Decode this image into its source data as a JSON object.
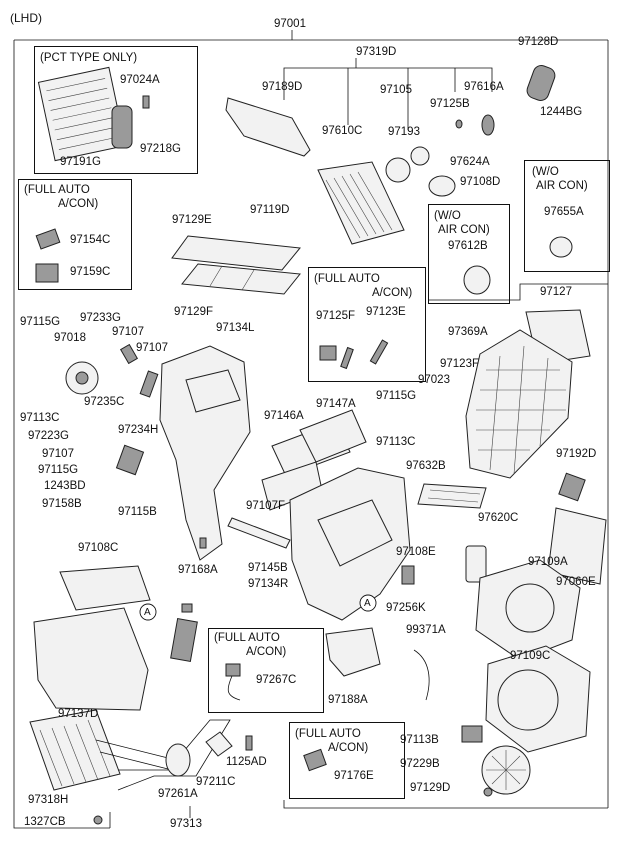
{
  "header": {
    "variant": "(LHD)",
    "assembly_no": "97001"
  },
  "sub_assemblies": {
    "unit_97319D": "97319D"
  },
  "boxes": {
    "pct": {
      "title": "(PCT TYPE ONLY)"
    },
    "full_auto_1": {
      "title_line1": "(FULL AUTO",
      "title_line2": "A/CON)"
    },
    "wo_aircon_1": {
      "title_line1": "(W/O",
      "title_line2": "AIR CON)"
    },
    "wo_aircon_2": {
      "title_line1": "(W/O",
      "title_line2": "AIR CON)"
    },
    "full_auto_2": {
      "title_line1": "(FULL AUTO",
      "title_line2": "A/CON)"
    },
    "full_auto_3": {
      "title_line1": "(FULL AUTO",
      "title_line2": "A/CON)"
    },
    "full_auto_4": {
      "title_line1": "(FULL AUTO",
      "title_line2": "A/CON)"
    }
  },
  "callouts": {
    "ref_a1": "A",
    "ref_a2": "A"
  },
  "parts": [
    "97024A",
    "97191G",
    "97218G",
    "97189D",
    "97105",
    "97125B",
    "97616A",
    "97128D",
    "1244BG",
    "97610C",
    "97193",
    "97624A",
    "97108D",
    "97154C",
    "97159C",
    "97655A",
    "97119D",
    "97129E",
    "97612B",
    "97129F",
    "97125F",
    "97123E",
    "97127",
    "97115G",
    "97233G",
    "97018",
    "97107",
    "97107",
    "97134L",
    "97369A",
    "97235C",
    "97123F",
    "97023",
    "97113C",
    "97234H",
    "97115G",
    "97223G",
    "97146A",
    "97147A",
    "97113C",
    "97192D",
    "97107",
    "97115G",
    "1243BD",
    "97632B",
    "97158B",
    "97115B",
    "97107F",
    "97620C",
    "97108C",
    "97108E",
    "97109A",
    "97168A",
    "97145B",
    "97060E",
    "97134R",
    "97256K",
    "99371A",
    "97267C",
    "97188A",
    "97109C",
    "97137D",
    "97113B",
    "1125AD",
    "97176E",
    "97229B",
    "97318H",
    "97211C",
    "97261A",
    "97129D",
    "1327CB",
    "97313"
  ]
}
